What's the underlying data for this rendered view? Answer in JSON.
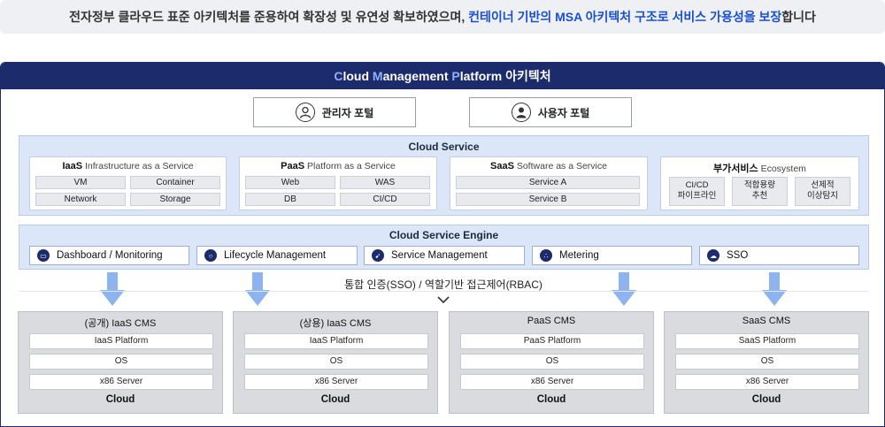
{
  "banner": {
    "text": "전자정부 클라우드 표준 아키텍처를 준용하여 확장성 및 유연성 확보하였으며, ",
    "highlight": "컨테이너 기반의 MSA 아키텍처 구조로 서비스 가용성을 보장",
    "suffix": "합니다"
  },
  "header": {
    "c": "C",
    "loud": "loud ",
    "m": "M",
    "anagement": "anagement ",
    "p": "P",
    "latform": "latform ",
    "rest": "아키텍처"
  },
  "portals": [
    {
      "label": "관리자 포털",
      "icon": "admin-user-icon"
    },
    {
      "label": "사용자 포털",
      "icon": "user-icon"
    }
  ],
  "cloud_service": {
    "title": "Cloud Service",
    "iaas": {
      "name": "IaaS",
      "desc": "Infrastructure as a Service",
      "cells": [
        "VM",
        "Container",
        "Network",
        "Storage"
      ]
    },
    "paas": {
      "name": "PaaS",
      "desc": "Platform as a Service",
      "cells": [
        "Web",
        "WAS",
        "DB",
        "CI/CD"
      ]
    },
    "saas": {
      "name": "SaaS",
      "desc": "Software as a Service",
      "cells": [
        "Service A",
        "Service B"
      ]
    },
    "eco": {
      "name": "부가서비스",
      "desc": "Ecosystem",
      "cells": [
        {
          "l1": "CI/CD",
          "l2": "파이프라인"
        },
        {
          "l1": "적합용량",
          "l2": "추천"
        },
        {
          "l1": "선제적",
          "l2": "이상탐지"
        }
      ]
    }
  },
  "engine": {
    "title": "Cloud Service Engine",
    "items": [
      "Dashboard / Monitoring",
      "Lifecycle Management",
      "Service Management",
      "Metering",
      "SSO"
    ]
  },
  "sso_text": "통합 인증(SSO) / 역할기반 접근제어(RBAC)",
  "cms": [
    {
      "title": "(공개) IaaS CMS",
      "layers": [
        "IaaS Platform",
        "OS",
        "x86 Server"
      ],
      "foot": "Cloud"
    },
    {
      "title": "(상용) IaaS CMS",
      "layers": [
        "IaaS Platform",
        "OS",
        "x86 Server"
      ],
      "foot": "Cloud"
    },
    {
      "title": "PaaS CMS",
      "layers": [
        "PaaS Platform",
        "OS",
        "x86 Server"
      ],
      "foot": "Cloud"
    },
    {
      "title": "SaaS CMS",
      "layers": [
        "SaaS Platform",
        "OS",
        "x86 Server"
      ],
      "foot": "Cloud"
    }
  ],
  "colors": {
    "navy": "#1b2b6b",
    "highlight": "#1a4fd1",
    "band": "#dbe6f9",
    "arrow": "#7fa9ec"
  }
}
